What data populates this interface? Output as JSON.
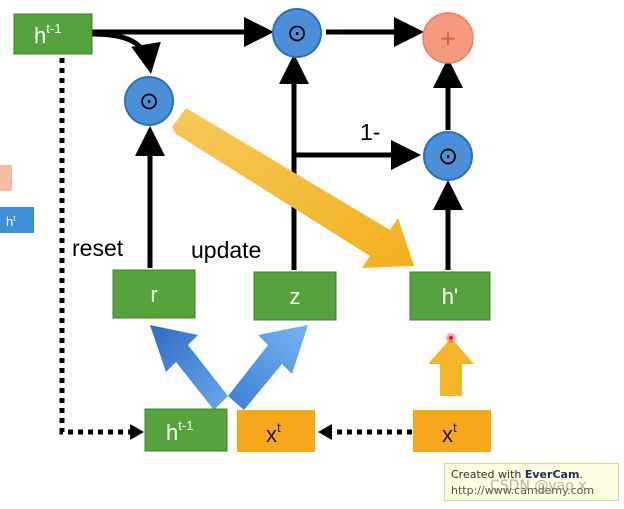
{
  "nodes": {
    "h_prev_top": {
      "base": "h",
      "sup": "t-1"
    },
    "h_prev_bottom": {
      "base": "h",
      "sup": "t-1"
    },
    "r_box": "r",
    "z_box": "z",
    "h_cand": "h'",
    "x_mid": {
      "base": "x",
      "sup": "t"
    },
    "x_right": {
      "base": "x",
      "sup": "t"
    },
    "side_h": {
      "base": "h",
      "sup": "t"
    }
  },
  "operators": {
    "multiply_symbol": "⊙",
    "plus_symbol": "+"
  },
  "labels": {
    "reset": "reset",
    "update": "update",
    "one_minus": "1-"
  },
  "watermark": {
    "created_with": "Created with ",
    "brand": "EverCam",
    "url": "http://www.camdemy.com",
    "csdn": "CSDN @yao x"
  },
  "colors": {
    "green_box": "#56a33e",
    "orange_box": "#f5a81c",
    "blue_circle": "#4a8fd8",
    "plus_circle": "#f59a80",
    "side_blue": "#3f8fd6",
    "side_orange": "#f7b9a0"
  }
}
